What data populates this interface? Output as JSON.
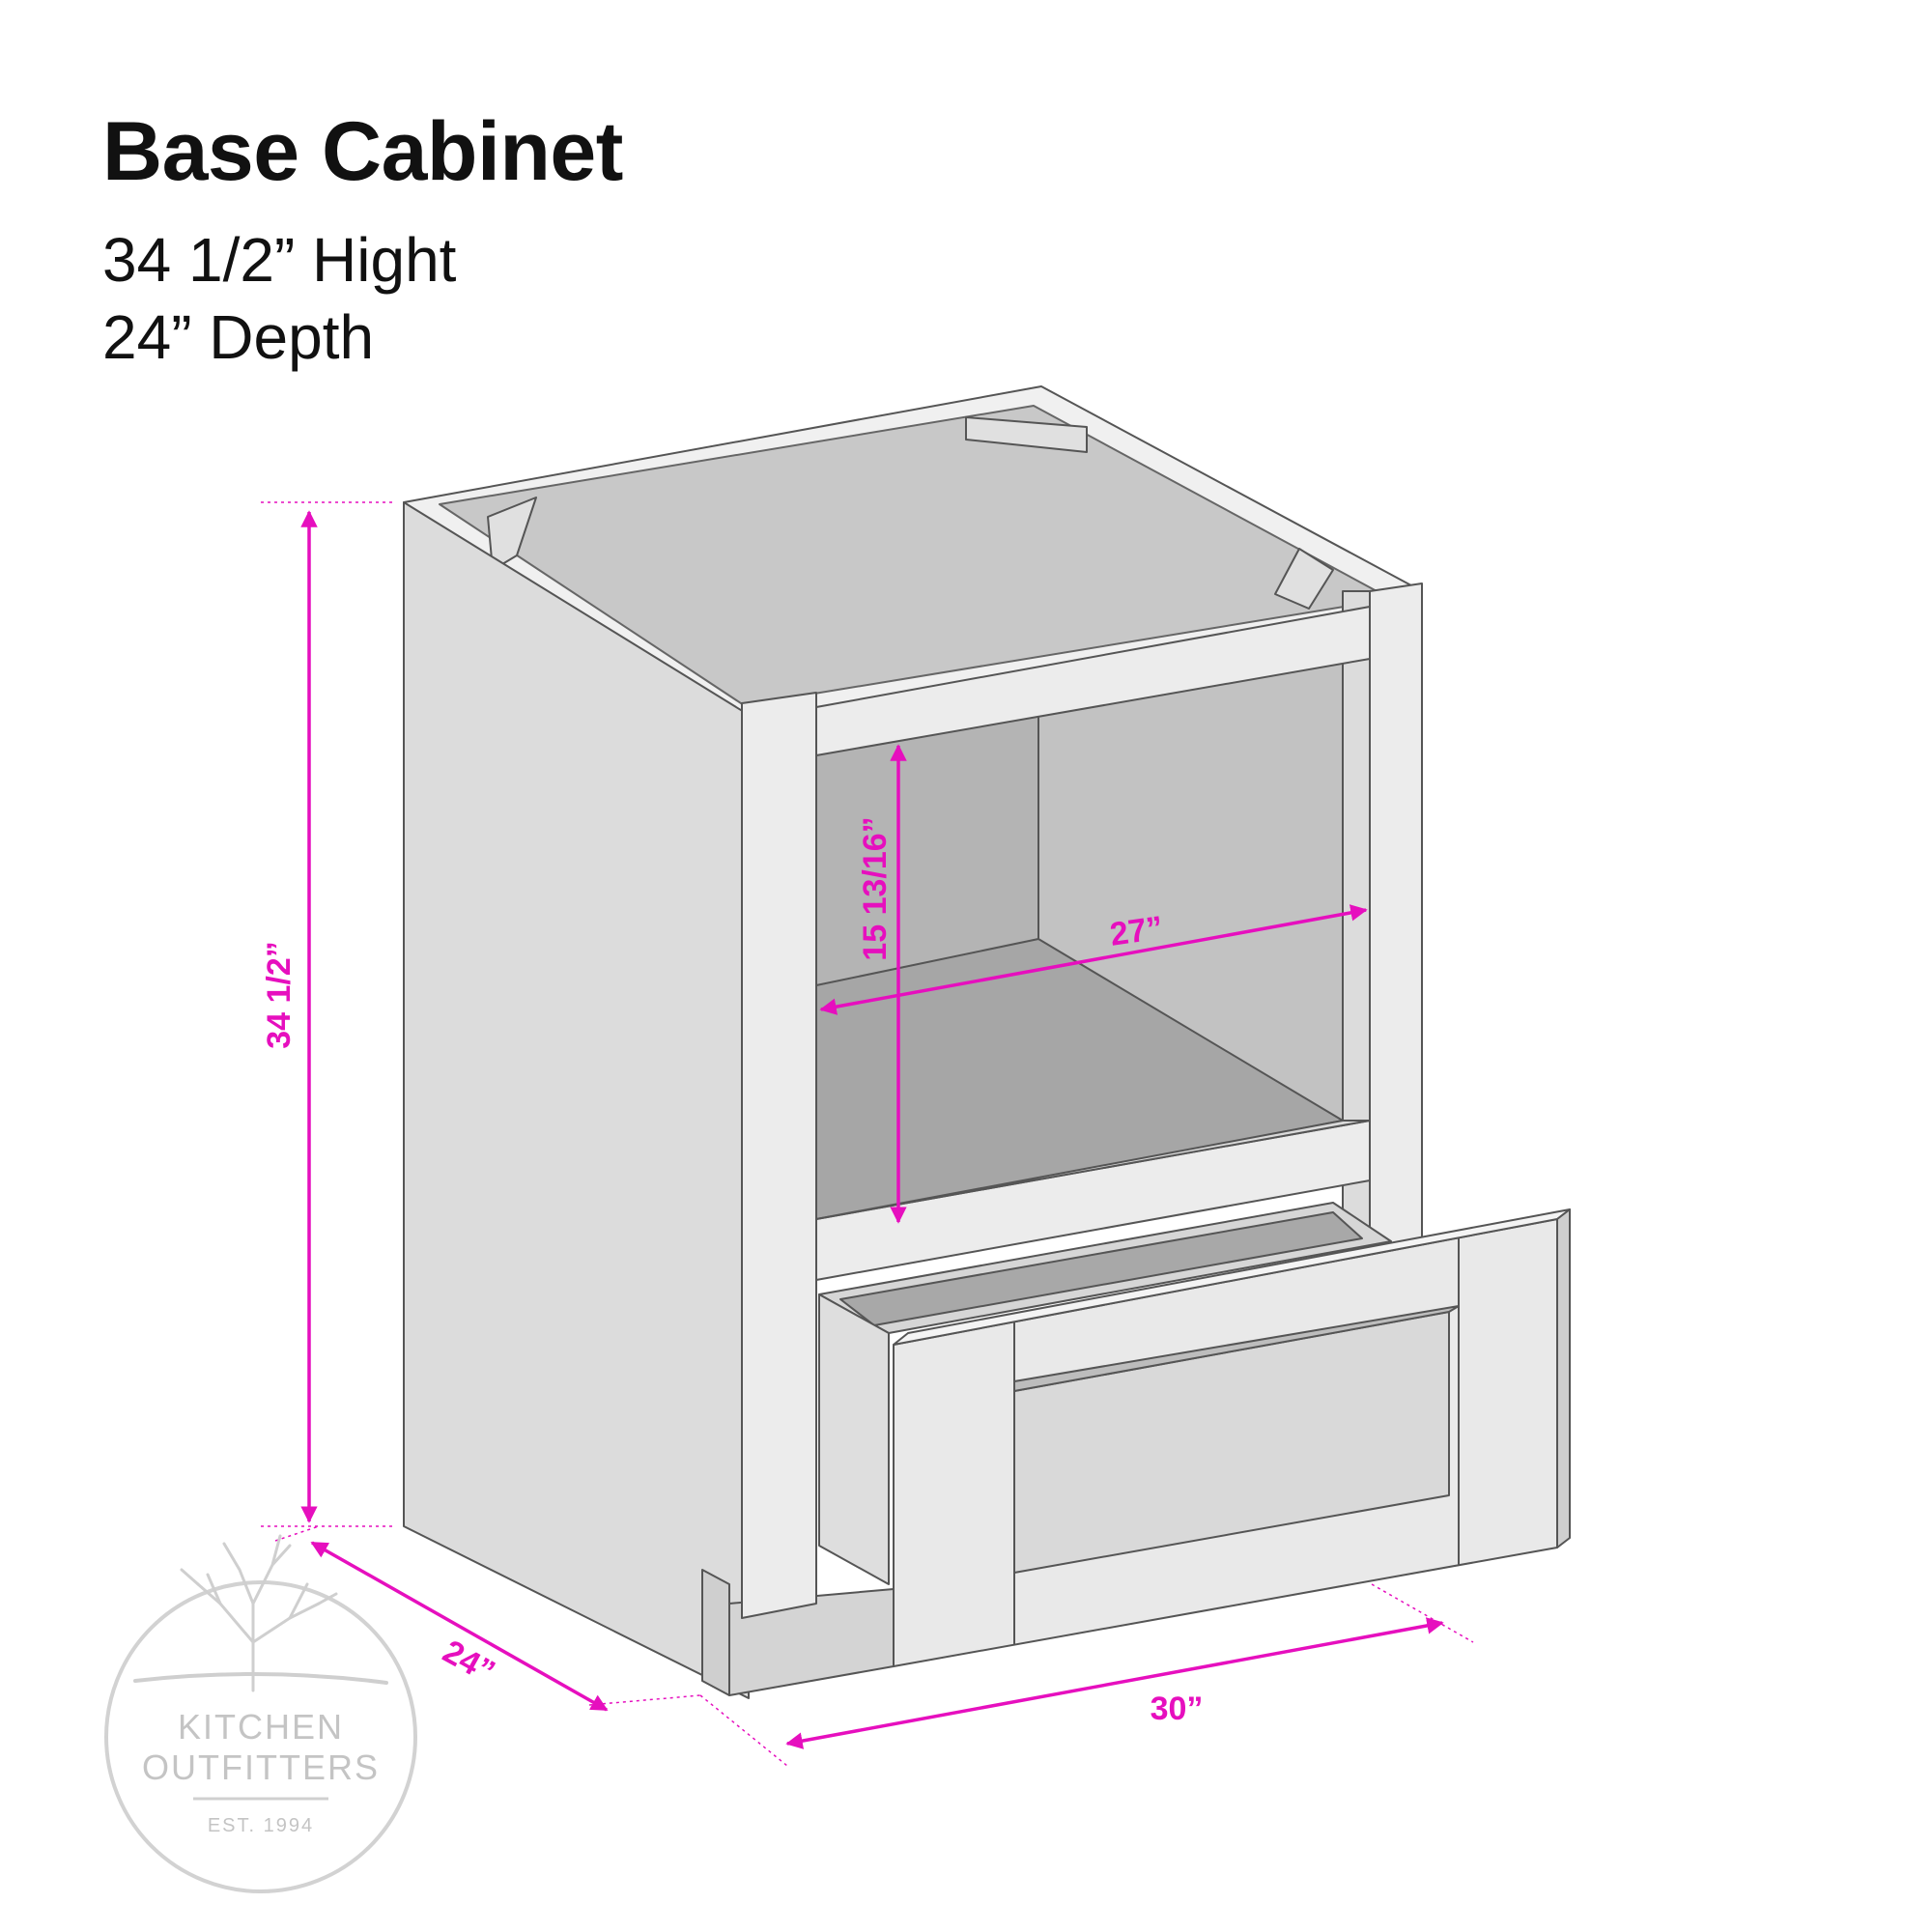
{
  "header": {
    "title": "Base Cabinet",
    "height_line": "34 1/2” Hight",
    "depth_line": "24” Depth"
  },
  "dimensions": {
    "overall_height": "34 1/2”",
    "depth": "24”",
    "width": "30”",
    "opening_height": "15 13/16”",
    "opening_width": "27”"
  },
  "watermark": {
    "line1": "KITCHEN",
    "line2": "OUTFITTERS",
    "line3": "EST. 1994"
  },
  "colors": {
    "dimension": "#e60fbe",
    "outline": "#555555",
    "side_panel": "#dcdcdc",
    "interior_back": "#b4b4b4",
    "interior_side": "#c2c2c2",
    "floor": "#a4a4a4",
    "face_frame": "#ececec",
    "watermark": "#c4c4c4"
  }
}
